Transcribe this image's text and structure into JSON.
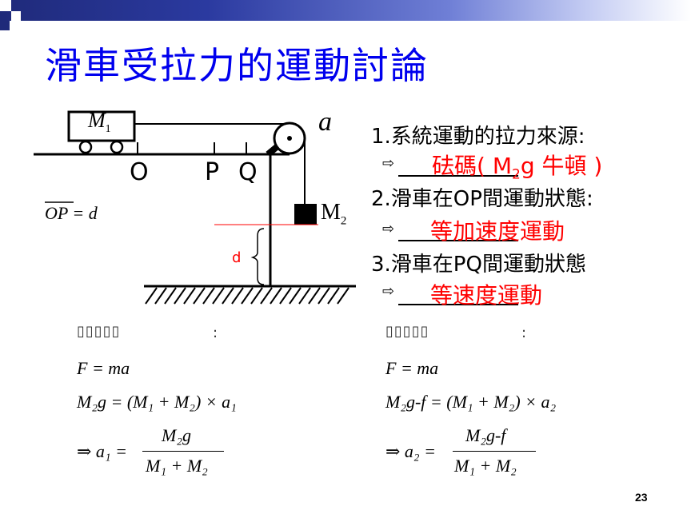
{
  "slide": {
    "title": "滑車受拉力的運動討論",
    "page_number": "23"
  },
  "diagram": {
    "cart_label": "M",
    "cart_sub": "1",
    "pulley_label": "a",
    "point_o": "O",
    "point_p": "P",
    "point_q": "Q",
    "mass_label": "M",
    "mass_sub": "2",
    "op_label": "OP = d",
    "d_label": "d"
  },
  "questions": [
    {
      "text": "1.系統運動的拉力來源:",
      "answer_prefix": "砝碼( M",
      "answer_sub": "2",
      "answer_suffix": "g 牛頓 )"
    },
    {
      "text": "2.滑車在OP間運動狀態:",
      "answer": "等加速度運動"
    },
    {
      "text": "3.滑車在PQ間運動狀態",
      "answer": "等速度運動"
    }
  ],
  "left_eq": {
    "heading": "▯▯▯▯▯",
    "colon": ":",
    "line1": "F = ma",
    "line2": "M₂g = (M₁ + M₂) × a₁",
    "line3_lhs": "⇒ a₁ =",
    "numerator": "M₂g",
    "denominator": "M₁ + M₂"
  },
  "right_eq": {
    "heading": "▯▯▯▯▯",
    "colon": ":",
    "line1": "F = ma",
    "line2": "M₂g-f = (M₁ + M₂) × a₂",
    "line3_lhs": "⇒ a₂ =",
    "numerator": "M₂g-f",
    "denominator": "M₁ + M₂"
  },
  "colors": {
    "title": "#0000ee",
    "answer": "#ff0000",
    "d_marker": "#ff0000"
  }
}
